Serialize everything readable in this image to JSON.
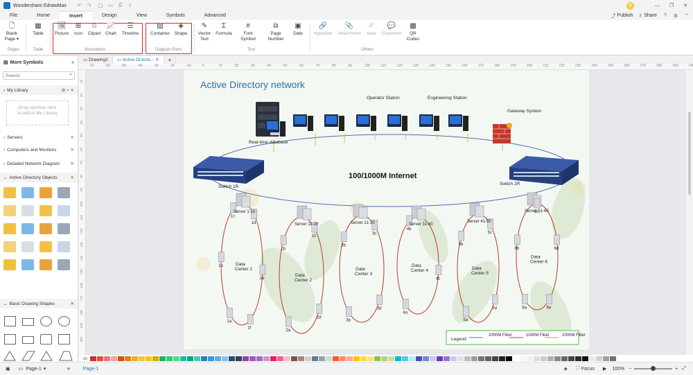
{
  "app": {
    "title": "Wondershare EdrawMax"
  },
  "titlebar": {
    "avatar": "R",
    "publish": "Publish",
    "share": "Share"
  },
  "menu": [
    "File",
    "Home",
    "Insert",
    "Design",
    "View",
    "Symbols",
    "Advanced"
  ],
  "ribbon": {
    "buttons": {
      "blank_page": "Blank Page",
      "table": "Table",
      "picture": "Picture",
      "icon": "Icon",
      "clipart": "Clipart",
      "chart": "Chart",
      "timeline": "Timeline",
      "container": "Container",
      "shape": "Shape",
      "vector_text": "Vector Text",
      "formula": "Formula",
      "font_symbol": "Font Symbol",
      "page_number": "Page Number",
      "date": "Date",
      "hyperlink": "Hyperlink",
      "attachment": "Attachment",
      "note": "Note",
      "comment": "Comment",
      "qr_codes": "QR Codes"
    },
    "groups": {
      "pages": "Pages",
      "table": "Table",
      "illustrations": "Illustrations",
      "diagram_parts": "Diagram Parts",
      "text": "Text",
      "others": "Others"
    }
  },
  "left_panel": {
    "title": "More Symbols",
    "search_placeholder": "Search",
    "my_library": "My Library",
    "drag_hint": "Drag symbols here to add to My Library",
    "categories": [
      "Servers",
      "Computers and Monitors",
      "Detailed Network Diagram",
      "Active Directory Objects"
    ],
    "basic_shapes": "Basic Drawing Shapes"
  },
  "tabs": [
    "Drawing2",
    "Active Directo..."
  ],
  "ruler_ticks": [
    "-70",
    "-60",
    "-50",
    "-40",
    "-30",
    "-20",
    "-10",
    "0",
    "10",
    "20",
    "30",
    "40",
    "50",
    "60",
    "70",
    "80",
    "90",
    "100",
    "110",
    "120",
    "130",
    "140",
    "150",
    "160",
    "170",
    "180",
    "190",
    "200",
    "210",
    "220",
    "230",
    "240",
    "250",
    "260",
    "270",
    "280",
    "290",
    "300"
  ],
  "ruler_v_ticks": [
    "10",
    "20",
    "30",
    "40",
    "50",
    "60",
    "70",
    "80",
    "90",
    "100",
    "110",
    "120",
    "130",
    "140",
    "150",
    "160",
    "170",
    "180",
    "190",
    "200"
  ],
  "diagram": {
    "title": "Active Directory network",
    "internet": "100/1000M Internet",
    "db_label": "Real-time database",
    "operator": "Operator Station",
    "engineering": "Engineering Station",
    "gateway": "Gateway System",
    "switch1": "Switch 1R",
    "switch2": "Switch 2R",
    "servers": [
      "Server 1-10",
      "Server 11-20",
      "Server 21-30",
      "Server 31-40",
      "Server 41-50",
      "Server 51-60"
    ],
    "datacenters": [
      "Data Center 1",
      "Data Center 2",
      "Data Center 3",
      "Data Center 4",
      "Data Center 5",
      "Data Center 6"
    ],
    "nodes": [
      [
        "1a",
        "1b",
        "1c",
        "1d",
        "1e",
        "1f"
      ],
      [
        "2a",
        "1b",
        "2c",
        "2d"
      ],
      [
        "3a",
        "3b",
        "3c",
        "3d"
      ],
      [
        "4a",
        "4b",
        "4c"
      ],
      [
        "5a",
        "5b",
        "5c",
        "5d"
      ],
      [
        "6a",
        "6b",
        "6c",
        "6d",
        "6e"
      ]
    ],
    "legend": {
      "title": "Legend",
      "l1": "2000M Fiber",
      "l2": "1000M Fiber",
      "l3": "1000M Fiber"
    }
  },
  "status": {
    "page_tab": "Page-1",
    "page_tab2": "Page-1",
    "focus": "Focus",
    "zoom": "100%"
  },
  "colors": {
    "accent": "#1a73c9",
    "highlight": "#e02424",
    "fiber_red": "#c0392b",
    "blue_line": "#4a6fb5",
    "olive_line": "#b5a642"
  }
}
